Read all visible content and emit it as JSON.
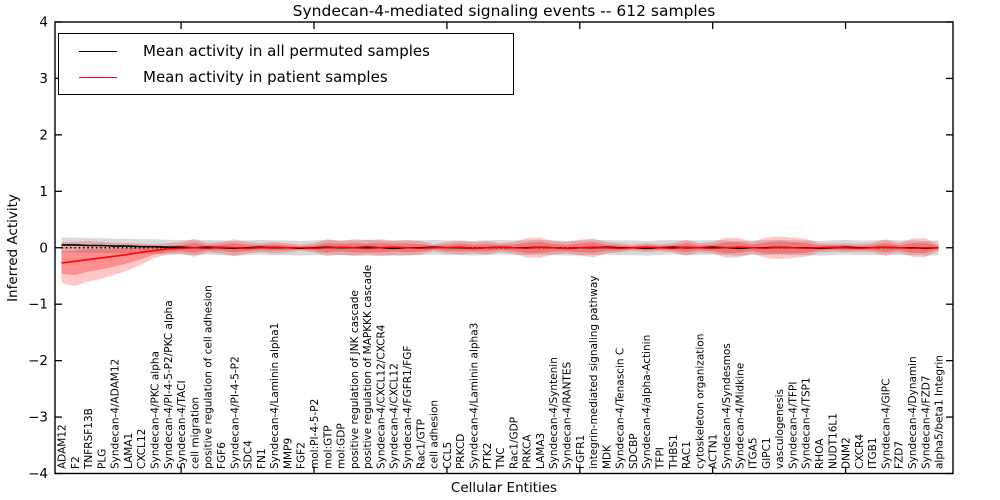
{
  "chart_data": {
    "type": "line",
    "title": "Syndecan-4-mediated signaling events -- 612 samples",
    "xlabel": "Cellular Entities",
    "ylabel": "Inferred Activity",
    "ylim": [
      -4,
      4
    ],
    "yticks": [
      4,
      3,
      2,
      1,
      0,
      -1,
      -2,
      -3,
      -4
    ],
    "x_major_tick_every": 10,
    "grid": false,
    "zero_line": {
      "style": "dotted",
      "color": "#000000",
      "y": 0
    },
    "legend": {
      "position": "upper left",
      "entries": [
        {
          "label": "Mean activity in all permuted samples",
          "color": "#000000"
        },
        {
          "label": "Mean activity in patient samples",
          "color": "#ff0000"
        }
      ]
    },
    "categories": [
      "ADAM12",
      "F2",
      "TNFRSF13B",
      "PLG",
      "Syndecan-4/ADAM12",
      "LAMA1",
      "CXCL12",
      "Syndecan-4/PKC alpha",
      "Syndecan-4/PI-4-5-P2/PKC alpha",
      "Syndecan-4/TACI",
      "cell migration",
      "positive regulation of cell adhesion",
      "FGF6",
      "Syndecan-4/PI-4-5-P2",
      "SDC4",
      "FN1",
      "Syndecan-4/Laminin alpha1",
      "MMP9",
      "FGF2",
      "mol:PI-4-5-P2",
      "mol:GTP",
      "mol:GDP",
      "positive regulation of JNK cascade",
      "positive regulation of MAPKKK cascade",
      "Syndecan-4/CXCL12/CXCR4",
      "Syndecan-4/CXCL12",
      "Syndecan-4/FGFR1/FGF",
      "Rac1/GTP",
      "cell adhesion",
      "CCL5",
      "PRKCD",
      "Syndecan-4/Laminin alpha3",
      "PTK2",
      "TNC",
      "Rac1/GDP",
      "PRKCA",
      "LAMA3",
      "Syndecan-4/Syntenin",
      "Syndecan-4/RANTES",
      "FGFR1",
      "integrin-mediated signaling pathway",
      "MDK",
      "Syndecan-4/Tenascin C",
      "SDCBP",
      "Syndecan-4/alpha-Actinin",
      "TFPI",
      "THBS1",
      "RAC1",
      "cytoskeleton organization",
      "ACTN1",
      "Syndecan-4/Syndesmos",
      "Syndecan-4/Midkine",
      "ITGA5",
      "GIPC1",
      "vasculogenesis",
      "Syndecan-4/TFPI",
      "Syndecan-4/TSP1",
      "RHOA",
      "NUDT16L1",
      "DNM2",
      "CXCR4",
      "ITGB1",
      "Syndecan-4/GIPC",
      "FZD7",
      "Syndecan-4/Dynamin",
      "Syndecan-4/FZD7",
      "alpha5/beta1 Integrin"
    ],
    "series": [
      {
        "name": "Mean activity in all permuted samples",
        "color": "#000000",
        "band_color": "rgba(0,0,0,0.15)",
        "band_halfwidth": 0.13,
        "values": [
          0.05,
          0.05,
          0.04,
          0.04,
          0.03,
          0.03,
          0.02,
          0.02,
          0.01,
          0.01,
          0.0,
          0.01,
          0.0,
          -0.01,
          0.0,
          0.01,
          0.0,
          0.0,
          -0.01,
          0.0,
          0.01,
          0.0,
          0.0,
          0.01,
          0.0,
          -0.01,
          0.0,
          0.0,
          0.01,
          0.0,
          0.0,
          -0.01,
          0.0,
          0.01,
          0.0,
          0.0,
          0.01,
          0.0,
          -0.01,
          0.0,
          0.0,
          0.01,
          0.0,
          0.0,
          -0.01,
          0.0,
          0.01,
          0.0,
          0.0,
          0.01,
          0.0,
          -0.01,
          0.0,
          0.0,
          0.01,
          0.0,
          0.0,
          -0.01,
          0.0,
          0.01,
          0.0,
          0.0,
          0.01,
          0.0,
          0.0,
          -0.01,
          0.0
        ]
      },
      {
        "name": "Mean activity in patient samples",
        "color": "#ff0000",
        "band_color": "rgba(255,0,0,0.22)",
        "inner_band_color": "rgba(255,0,0,0.28)",
        "values": [
          -0.27,
          -0.24,
          -0.21,
          -0.18,
          -0.15,
          -0.12,
          -0.08,
          -0.05,
          -0.02,
          -0.01,
          0.0,
          -0.01,
          0.01,
          0.0,
          -0.01,
          0.0,
          0.01,
          0.0,
          0.0,
          -0.01,
          0.0,
          0.01,
          0.0,
          -0.01,
          0.0,
          0.01,
          0.0,
          -0.01,
          0.0,
          0.0,
          0.01,
          -0.01,
          0.0,
          0.01,
          0.0,
          -0.01,
          0.01,
          0.0,
          -0.01,
          0.0,
          0.01,
          0.0,
          -0.01,
          0.0,
          0.01,
          0.0,
          -0.01,
          0.01,
          0.0,
          -0.01,
          0.0,
          0.01,
          0.0,
          -0.01,
          0.01,
          0.0,
          -0.01,
          0.0,
          0.01,
          0.0,
          -0.01,
          0.0,
          0.01,
          0.0,
          -0.01,
          0.0,
          0.0
        ],
        "band_upper": [
          0.1,
          0.1,
          0.12,
          0.1,
          0.09,
          0.08,
          0.07,
          0.06,
          0.08,
          0.1,
          0.16,
          0.08,
          0.1,
          0.15,
          0.1,
          0.08,
          0.1,
          0.08,
          0.05,
          0.08,
          0.15,
          0.12,
          0.15,
          0.14,
          0.15,
          0.13,
          0.14,
          0.12,
          0.06,
          0.1,
          0.12,
          0.1,
          0.12,
          0.08,
          0.1,
          0.17,
          0.18,
          0.12,
          0.1,
          0.14,
          0.17,
          0.1,
          0.08,
          0.05,
          0.08,
          0.06,
          0.08,
          0.14,
          0.08,
          0.1,
          0.18,
          0.17,
          0.1,
          0.18,
          0.2,
          0.18,
          0.16,
          0.08,
          0.07,
          0.08,
          0.07,
          0.08,
          0.15,
          0.08,
          0.16,
          0.17,
          0.05
        ],
        "band_lower": [
          -0.62,
          -0.68,
          -0.6,
          -0.55,
          -0.48,
          -0.4,
          -0.3,
          -0.18,
          -0.12,
          -0.1,
          -0.16,
          -0.08,
          -0.1,
          -0.15,
          -0.1,
          -0.08,
          -0.1,
          -0.08,
          -0.05,
          -0.08,
          -0.15,
          -0.12,
          -0.15,
          -0.14,
          -0.15,
          -0.13,
          -0.14,
          -0.12,
          -0.06,
          -0.1,
          -0.12,
          -0.1,
          -0.12,
          -0.08,
          -0.1,
          -0.17,
          -0.18,
          -0.12,
          -0.1,
          -0.14,
          -0.17,
          -0.1,
          -0.08,
          -0.05,
          -0.08,
          -0.06,
          -0.08,
          -0.14,
          -0.08,
          -0.1,
          -0.18,
          -0.17,
          -0.1,
          -0.18,
          -0.2,
          -0.18,
          -0.16,
          -0.08,
          -0.07,
          -0.08,
          -0.07,
          -0.08,
          -0.15,
          -0.08,
          -0.16,
          -0.17,
          -0.05
        ]
      }
    ]
  }
}
